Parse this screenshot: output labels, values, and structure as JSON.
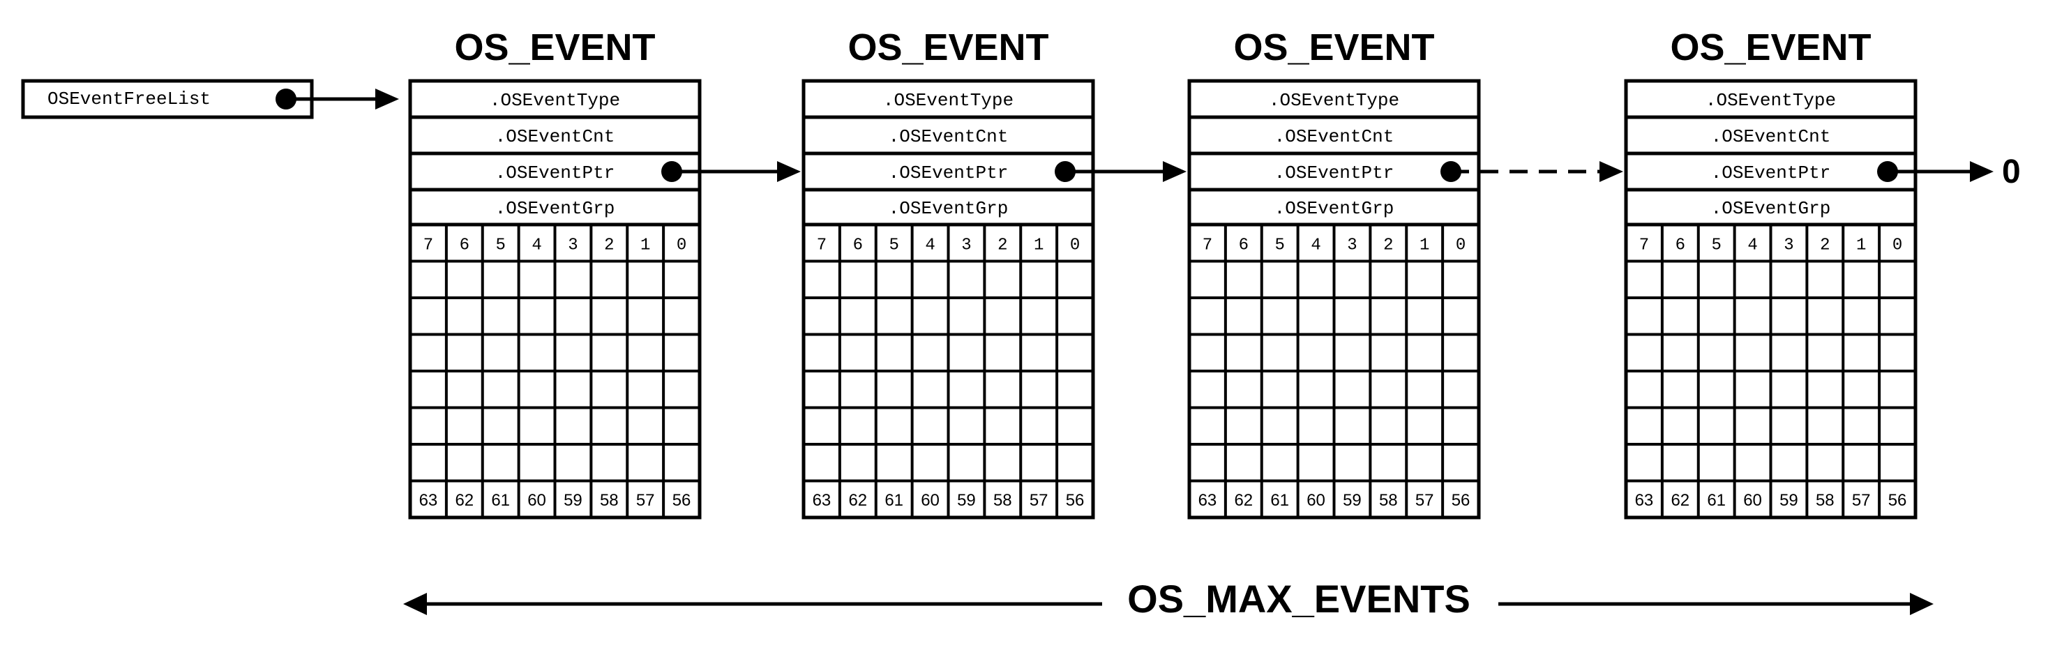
{
  "free_list": {
    "label": "OSEventFreeList"
  },
  "events": [
    {
      "title": "OS_EVENT",
      "fields": [
        ".OSEventType",
        ".OSEventCnt",
        ".OSEventPtr",
        ".OSEventGrp"
      ],
      "top_row": [
        "7",
        "6",
        "5",
        "4",
        "3",
        "2",
        "1",
        "0"
      ],
      "bottom_row": [
        "63",
        "62",
        "61",
        "60",
        "59",
        "58",
        "57",
        "56"
      ]
    },
    {
      "title": "OS_EVENT",
      "fields": [
        ".OSEventType",
        ".OSEventCnt",
        ".OSEventPtr",
        ".OSEventGrp"
      ],
      "top_row": [
        "7",
        "6",
        "5",
        "4",
        "3",
        "2",
        "1",
        "0"
      ],
      "bottom_row": [
        "63",
        "62",
        "61",
        "60",
        "59",
        "58",
        "57",
        "56"
      ]
    },
    {
      "title": "OS_EVENT",
      "fields": [
        ".OSEventType",
        ".OSEventCnt",
        ".OSEventPtr",
        ".OSEventGrp"
      ],
      "top_row": [
        "7",
        "6",
        "5",
        "4",
        "3",
        "2",
        "1",
        "0"
      ],
      "bottom_row": [
        "63",
        "62",
        "61",
        "60",
        "59",
        "58",
        "57",
        "56"
      ]
    },
    {
      "title": "OS_EVENT",
      "fields": [
        ".OSEventType",
        ".OSEventCnt",
        ".OSEventPtr",
        ".OSEventGrp"
      ],
      "top_row": [
        "7",
        "6",
        "5",
        "4",
        "3",
        "2",
        "1",
        "0"
      ],
      "bottom_row": [
        "63",
        "62",
        "61",
        "60",
        "59",
        "58",
        "57",
        "56"
      ]
    }
  ],
  "null_terminator": "0",
  "max_events_label": "OS_MAX_EVENTS"
}
